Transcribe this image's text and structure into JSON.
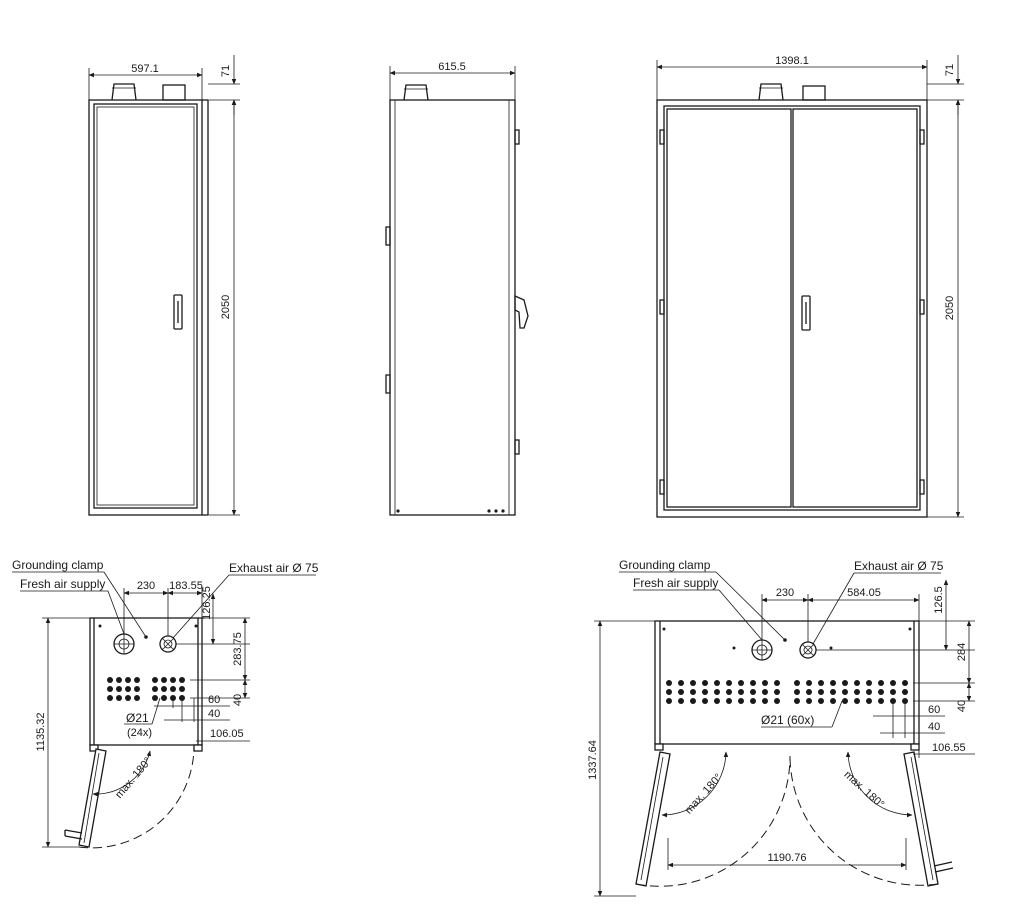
{
  "elevations": {
    "single_front": {
      "width": "597.1",
      "top": "71",
      "height": "2050"
    },
    "side": {
      "depth": "615.5"
    },
    "double_front": {
      "width": "1398.1",
      "top": "71",
      "height": "2050"
    }
  },
  "plan_single": {
    "grounding_clamp": "Grounding clamp",
    "fresh_air_supply": "Fresh air supply",
    "exhaust_air": "Exhaust air Ø 75",
    "d_230": "230",
    "d_183_55": "183.55",
    "d_126_25": "126.25",
    "d_283_75": "283.75",
    "d_60": "60",
    "d_40a": "40",
    "d_40b": "40",
    "hole_dia": "Ø21",
    "hole_count": "(24x)",
    "d_106_05": "106.05",
    "swing": "max. 180°",
    "depth_total": "1135.32"
  },
  "plan_double": {
    "grounding_clamp": "Grounding clamp",
    "fresh_air_supply": "Fresh air supply",
    "exhaust_air": "Exhaust air Ø 75",
    "d_230": "230",
    "d_584_05": "584.05",
    "d_126_5": "126.5",
    "d_284": "284",
    "d_60": "60",
    "d_40a": "40",
    "d_40b": "40",
    "holes": "Ø21 (60x)",
    "d_106_55": "106.55",
    "swing_left": "max. 180°",
    "swing_right": "max. 180°",
    "door_span": "1190.76",
    "depth_total": "1337.64"
  }
}
